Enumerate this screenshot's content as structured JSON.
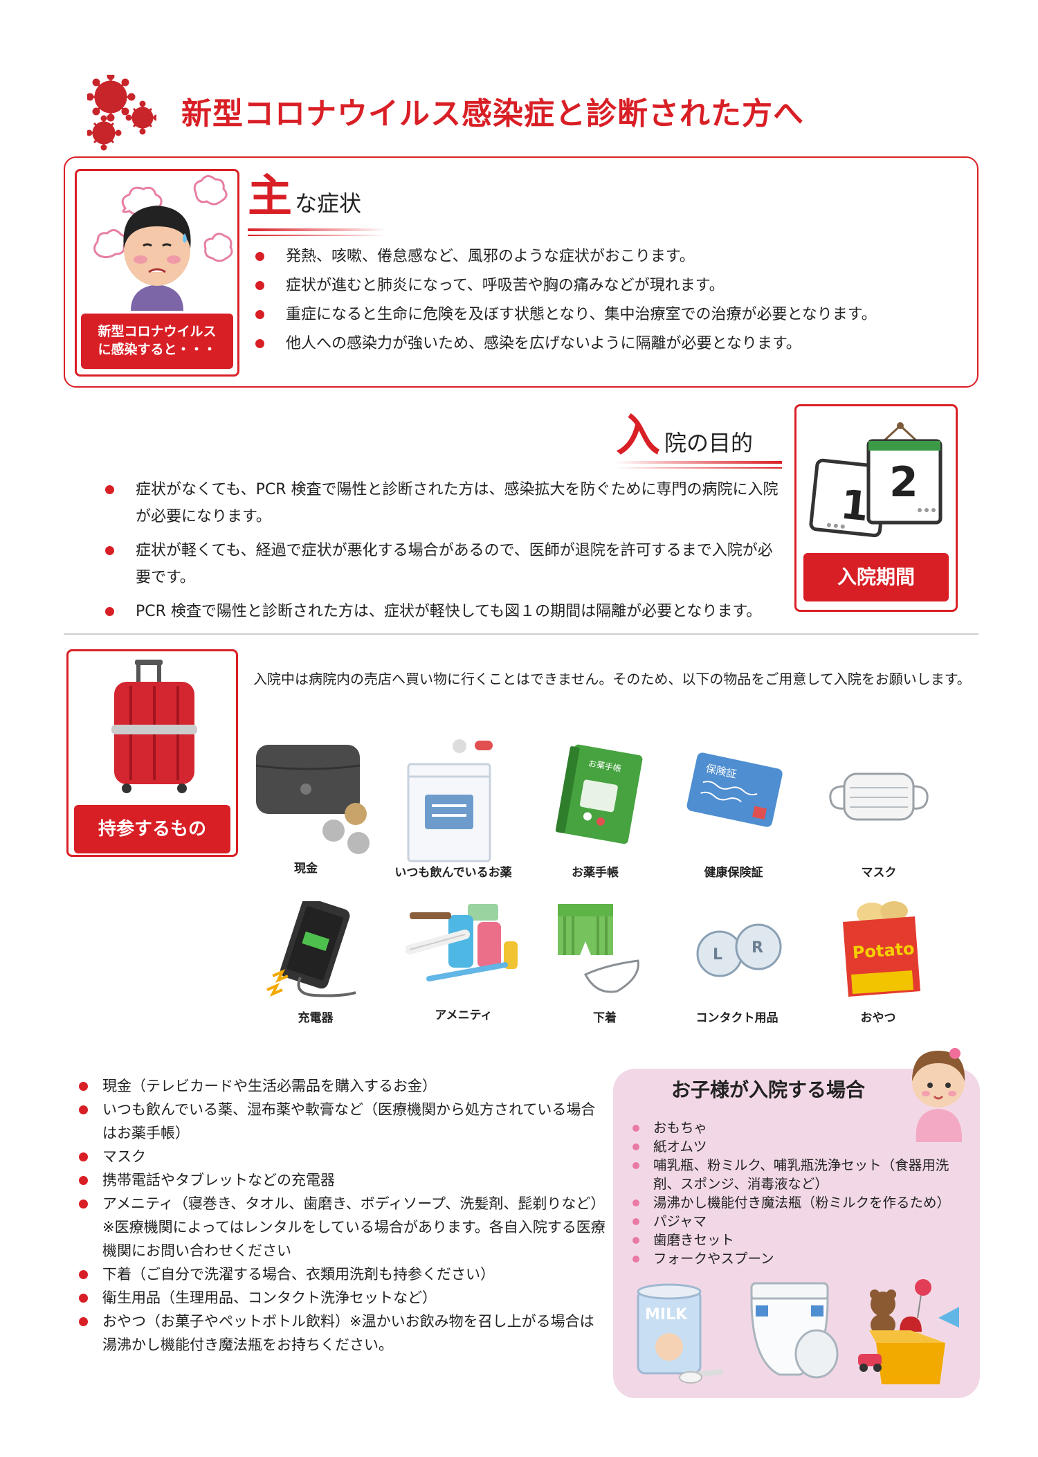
{
  "header": {
    "title": "新型コロナウイルス感染症と診断された方へ"
  },
  "symptoms": {
    "card_label_line1": "新型コロナウイルス",
    "card_label_line2": "に感染すると・・・",
    "heading_big": "主",
    "heading_rest": "な症状",
    "items": [
      "発熱、咳嗽、倦怠感など、風邪のような症状がおこります。",
      "症状が進むと肺炎になって、呼吸苦や胸の痛みなどが現れます。",
      "重症になると生命に危険を及ぼす状態となり、集中治療室での治療が必要となります。",
      "他人への感染力が強いため、感染を広げないように隔離が必要となります。"
    ]
  },
  "admission": {
    "heading_big": "入",
    "heading_rest": "院の目的",
    "items": [
      "症状がなくても、PCR 検査で陽性と診断された方は、感染拡大を防ぐために専門の病院に入院が必要になります。",
      "症状が軽くても、経過で症状が悪化する場合があるので、医師が退院を許可するまで入院が必要です。",
      "PCR 検査で陽性と診断された方は、症状が軽快しても図１の期間は隔離が必要となります。"
    ],
    "calendar": {
      "page1": "1",
      "page2": "2"
    },
    "period_label": "入院期間"
  },
  "belongings": {
    "label": "持参するもの",
    "intro": "入院中は病院内の売店へ買い物に行くことはできません。そのため、以下の物品をご用意して入院をお願いします。",
    "items_row1": [
      "現金",
      "いつも飲んでいるお薬",
      "お薬手帳",
      "健康保険証",
      "マスク"
    ],
    "items_row2": [
      "充電器",
      "アメニティ",
      "下着",
      "コンタクト用品",
      "おやつ"
    ],
    "card_texts": {
      "medicine_book": "お薬手帳",
      "insurance_card": "保険証",
      "snack": "Potato",
      "contact_l": "L",
      "contact_r": "R"
    }
  },
  "details": [
    "現金（テレビカードや生活必需品を購入するお金）",
    "いつも飲んでいる薬、湿布薬や軟膏など（医療機関から処方されている場合はお薬手帳）",
    "マスク",
    "携帯電話やタブレットなどの充電器",
    "アメニティ（寝巻き、タオル、歯磨き、ボディソープ、洗髪剤、髭剃りなど）※医療機関によってはレンタルをしている場合があります。各自入院する医療機関にお問い合わせください",
    "下着（ご自分で洗濯する場合、衣類用洗剤も持参ください）",
    "衛生用品（生理用品、コンタクト洗浄セットなど）",
    "おやつ（お菓子やペットボトル飲料）※温かいお飲み物を召し上がる場合は湯沸かし機能付き魔法瓶をお持ちください。"
  ],
  "kids": {
    "title": "お子様が入院する場合",
    "items": [
      "おもちゃ",
      "紙オムツ",
      "哺乳瓶、粉ミルク、哺乳瓶洗浄セット（食器用洗剤、スポンジ、消毒液など）",
      "湯沸かし機能付き魔法瓶（粉ミルクを作るため）",
      "パジャマ",
      "歯磨きセット",
      "フォークやスプーン"
    ],
    "milk_can_label": "MILK"
  },
  "colors": {
    "accent_red": "#d91f26",
    "kids_pink": "#f2d8e6",
    "bullet_pink": "#e97aa6"
  }
}
